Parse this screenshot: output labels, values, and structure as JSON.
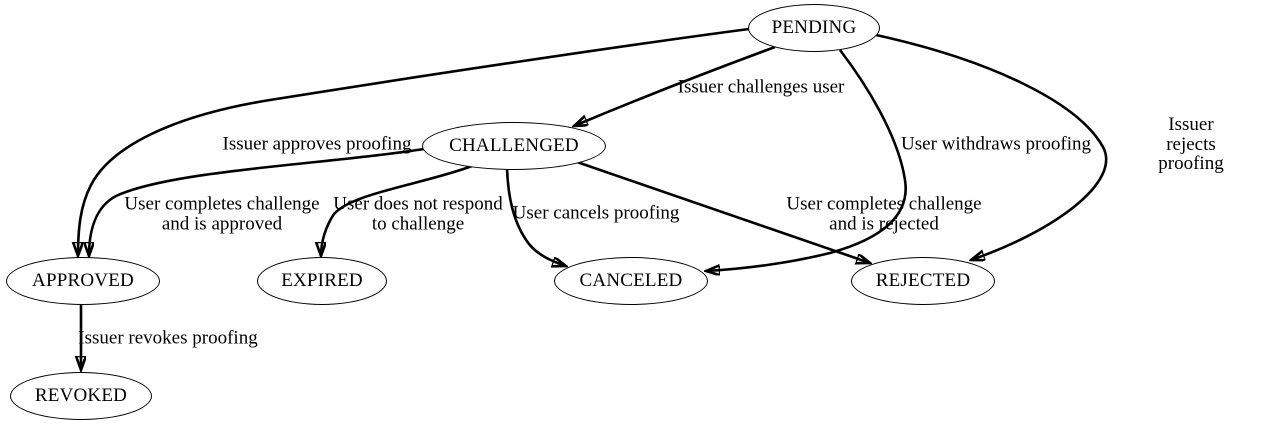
{
  "diagram": {
    "type": "state-diagram",
    "colors": {
      "ink": "#000000",
      "background": "#ffffff"
    },
    "nodes": {
      "pending": {
        "label": "PENDING"
      },
      "challenged": {
        "label": "CHALLENGED"
      },
      "approved": {
        "label": "APPROVED"
      },
      "expired": {
        "label": "EXPIRED"
      },
      "canceled": {
        "label": "CANCELED"
      },
      "rejected": {
        "label": "REJECTED"
      },
      "revoked": {
        "label": "REVOKED"
      }
    },
    "edges": {
      "pending_challenged": {
        "from": "PENDING",
        "to": "CHALLENGED",
        "label": "Issuer challenges user"
      },
      "pending_approved": {
        "from": "PENDING",
        "to": "APPROVED",
        "label": "Issuer approves proofing"
      },
      "pending_canceled": {
        "from": "PENDING",
        "to": "CANCELED",
        "label": "User withdraws proofing"
      },
      "pending_rejected": {
        "from": "PENDING",
        "to": "REJECTED",
        "label": "Issuer rejects proofing"
      },
      "challenged_approved": {
        "from": "CHALLENGED",
        "to": "APPROVED",
        "label": "User completes challenge\nand is approved"
      },
      "challenged_expired": {
        "from": "CHALLENGED",
        "to": "EXPIRED",
        "label": "User does not respond\nto challenge"
      },
      "challenged_canceled": {
        "from": "CHALLENGED",
        "to": "CANCELED",
        "label": "User cancels proofing"
      },
      "challenged_rejected": {
        "from": "CHALLENGED",
        "to": "REJECTED",
        "label": "User completes challenge\nand is rejected"
      },
      "approved_revoked": {
        "from": "APPROVED",
        "to": "REVOKED",
        "label": "Issuer revokes proofing"
      }
    }
  }
}
